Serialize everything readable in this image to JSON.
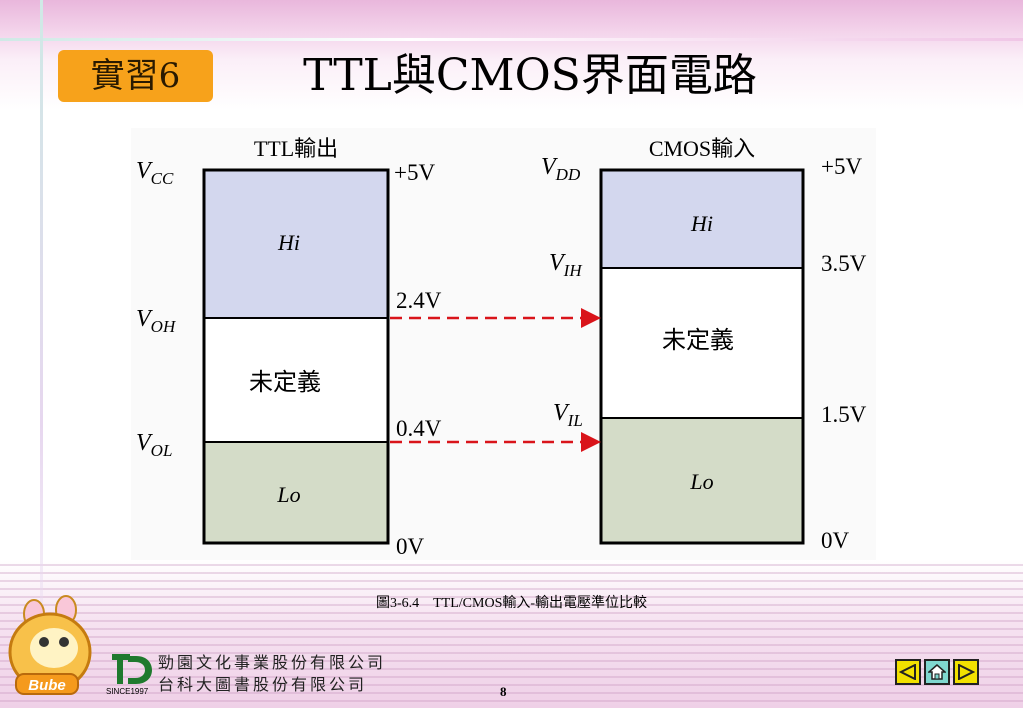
{
  "badge": "實習6",
  "title": "TTL與CMOS界面電路",
  "figure": {
    "ttl": {
      "heading": "TTL輸出",
      "vcc": "V",
      "vcc_sub": "CC",
      "voh": "V",
      "voh_sub": "OH",
      "vol": "V",
      "vol_sub": "OL",
      "hi": "Hi",
      "undef": "未定義",
      "lo": "Lo",
      "v_top": "+5V",
      "v_oh": "2.4V",
      "v_ol": "0.4V",
      "v_bot": "0V"
    },
    "cmos": {
      "heading": "CMOS輸入",
      "vdd": "V",
      "vdd_sub": "DD",
      "vih": "V",
      "vih_sub": "IH",
      "vil": "V",
      "vil_sub": "IL",
      "hi": "Hi",
      "undef": "未定義",
      "lo": "Lo",
      "v_top": "+5V",
      "v_ih": "3.5V",
      "v_il": "1.5V",
      "v_bot": "0V"
    },
    "colors": {
      "hi": "#d3d7ee",
      "lo": "#d4dcc8",
      "arrow": "#d9141a"
    }
  },
  "caption": "圖3-6.4　TTL/CMOS輸入-輸出電壓準位比較",
  "footer": {
    "company_line1": "勁園文化事業股份有限公司",
    "company_line2": "台科大圖書股份有限公司",
    "since": "SINCE1997",
    "mascot_text": "Bube",
    "page": "8",
    "nav": [
      "prev-icon",
      "home-icon",
      "next-icon"
    ]
  }
}
